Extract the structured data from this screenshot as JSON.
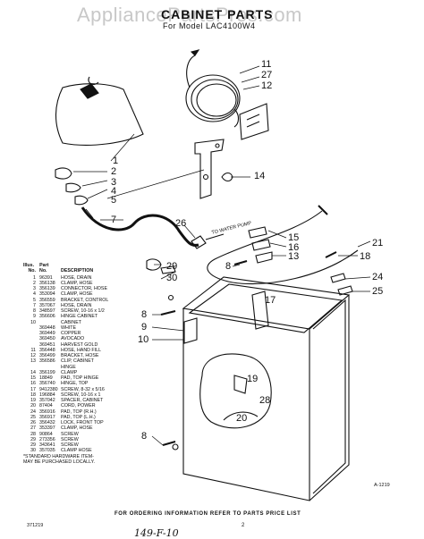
{
  "watermark": "AppliancePartsPros.com",
  "title": "CABINET PARTS",
  "subtitle": "For Model LAC4100W4",
  "callouts": [
    "11",
    "27",
    "12",
    "1",
    "2",
    "3",
    "4",
    "5",
    "14",
    "7",
    "26",
    "15",
    "16",
    "13",
    "21",
    "18",
    "8",
    "29",
    "30",
    "24",
    "25",
    "8",
    "9",
    "10",
    "17",
    "19",
    "20",
    "8",
    "28"
  ],
  "water_pump_label": "TO WATER PUMP",
  "parts_table": {
    "header_illus": "Illus.",
    "header_part": "Part",
    "col_no": "No.",
    "col_partno": "No.",
    "col_desc": "DESCRIPTION",
    "rows": [
      {
        "no": "1",
        "pn": "96391",
        "desc": "HOSE, DRAIN"
      },
      {
        "no": "2",
        "pn": "356138",
        "desc": "CLAMP, HOSE"
      },
      {
        "no": "3",
        "pn": "356139",
        "desc": "CONNECTOR, HOSE"
      },
      {
        "no": "4",
        "pn": "353094",
        "desc": "CLAMP, HOSE"
      },
      {
        "no": "5",
        "pn": "356559",
        "desc": "BRACKET, CONTROL"
      },
      {
        "no": "7",
        "pn": "357067",
        "desc": "HOSE, DRAIN"
      },
      {
        "no": "8",
        "pn": "348597",
        "desc": "SCREW, 10-16 x 1/2"
      },
      {
        "no": "9",
        "pn": "356606",
        "desc": "HINGE CABINET"
      },
      {
        "no": "10",
        "pn": "",
        "desc": "CABINET"
      },
      {
        "no": "",
        "pn": "369448",
        "desc": "WHITE"
      },
      {
        "no": "",
        "pn": "369449",
        "desc": "COPPER"
      },
      {
        "no": "",
        "pn": "369450",
        "desc": "AVOCADO"
      },
      {
        "no": "",
        "pn": "369451",
        "desc": "HARVEST GOLD"
      },
      {
        "no": "11",
        "pn": "356448",
        "desc": "HOSE, HAND FILL"
      },
      {
        "no": "12",
        "pn": "356499",
        "desc": "BRACKET, HOSE"
      },
      {
        "no": "13",
        "pn": "356586",
        "desc": "CLIP, CABINET"
      },
      {
        "no": "",
        "pn": "",
        "desc": "HINGE"
      },
      {
        "no": "14",
        "pn": "356199",
        "desc": "CLAMP"
      },
      {
        "no": "15",
        "pn": "18849",
        "desc": "PAD, TOP HINGE"
      },
      {
        "no": "16",
        "pn": "356740",
        "desc": "HINGE, TOP"
      },
      {
        "no": "17",
        "pn": "9412380",
        "desc": "SCREW, 8-32 x 5/16"
      },
      {
        "no": "18",
        "pn": "196884",
        "desc": "SCREW, 10-16 x 1"
      },
      {
        "no": "19",
        "pn": "357042",
        "desc": "SPACER, CABINET"
      },
      {
        "no": "20",
        "pn": "87404",
        "desc": "CORD, POWER"
      },
      {
        "no": "24",
        "pn": "356916",
        "desc": "PAD, TOP (R.H.)"
      },
      {
        "no": "25",
        "pn": "356917",
        "desc": "PAD, TOP (L.H.)"
      },
      {
        "no": "26",
        "pn": "356432",
        "desc": "LOCK, FRONT TOP"
      },
      {
        "no": "27",
        "pn": "353397",
        "desc": "CLAMP, HOSE"
      },
      {
        "no": "28",
        "pn": "90864",
        "desc": "SCREW"
      },
      {
        "no": "29",
        "pn": "273356",
        "desc": "SCREW"
      },
      {
        "no": "29",
        "pn": "343641",
        "desc": "SCREW"
      },
      {
        "no": "30",
        "pn": "357035",
        "desc": "CLAMP HOSE"
      }
    ],
    "footnote_1": "*STANDARD HARDWARE ITEM-",
    "footnote_2": "MAY BE PURCHASED LOCALLY."
  },
  "figure_id": "A-1219",
  "order_note": "FOR ORDERING INFORMATION REFER TO PARTS PRICE LIST",
  "page_code": "371219",
  "page_number": "2",
  "handwritten_note": "149-F-10"
}
